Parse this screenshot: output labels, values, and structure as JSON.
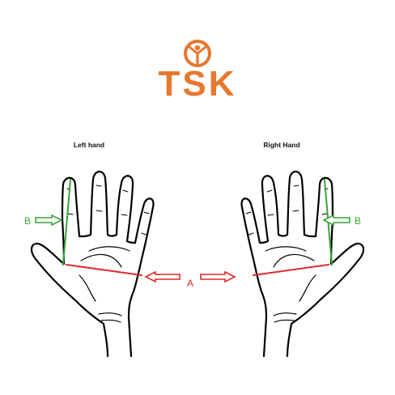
{
  "logo": {
    "text": "TSK",
    "color": "#e8772e",
    "icon": "person-in-circle-icon"
  },
  "left_hand": {
    "title": "Left hand"
  },
  "right_hand": {
    "title": "Right Hand"
  },
  "markers": {
    "a_label": "A",
    "b_label_left": "B",
    "b_label_right": "B",
    "a_color": "#e0282b",
    "b_color": "#3aa43a"
  }
}
